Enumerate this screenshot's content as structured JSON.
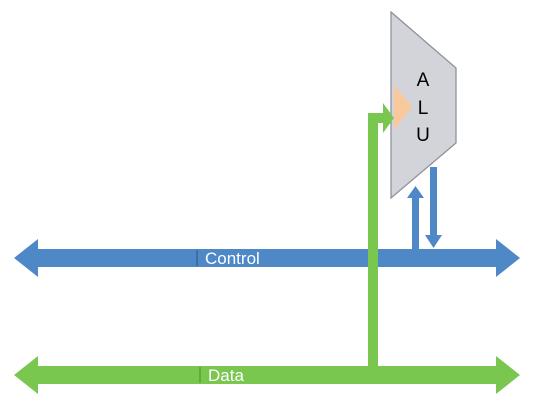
{
  "alu": {
    "letters": [
      "A",
      "L",
      "U"
    ]
  },
  "buses": {
    "control": {
      "label": "Control"
    },
    "data": {
      "label": "Data"
    }
  },
  "colors": {
    "control_bus": "#4e88c7",
    "data_bus": "#7ac74f",
    "alu_body": "#d3d4d9",
    "alu_border": "#8a8d96",
    "clock_triangle": "#f7c99d"
  }
}
